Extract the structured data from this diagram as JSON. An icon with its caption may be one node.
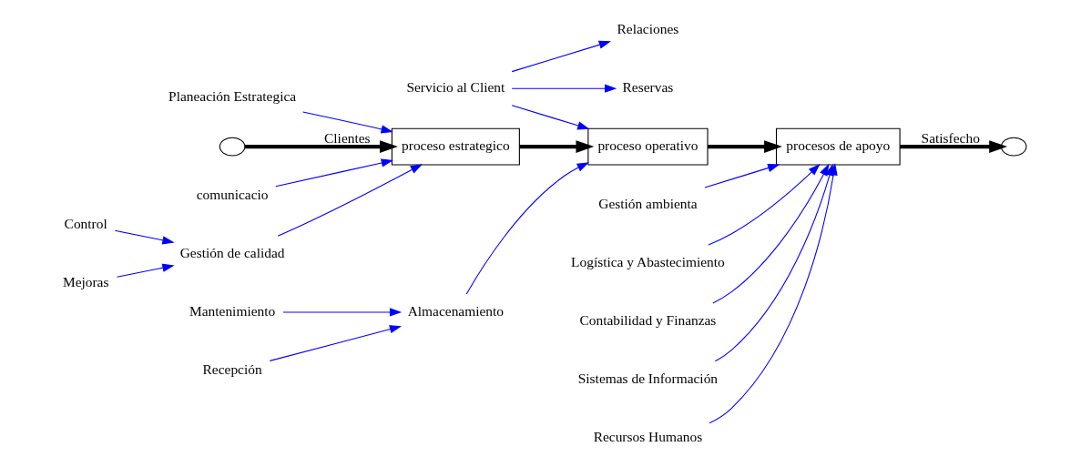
{
  "diagram": {
    "nodes": [
      {
        "text": [
          "Relaciones"
        ]
      },
      {
        "text": [
          "Reservas"
        ]
      },
      {
        "text": [
          "Planeación Estrategica"
        ]
      },
      {
        "text": [
          "Servicio al Client"
        ]
      },
      {
        "text": [
          "Gestión ambienta"
        ]
      },
      {
        "text": [
          "Logística y Abastecimiento"
        ]
      },
      {
        "text": [],
        "shape": "cloud"
      },
      {
        "text": [
          "proceso estrategico"
        ]
      },
      {
        "text": [
          "proceso operativo"
        ]
      },
      {
        "text": [
          "procesos de apoyo"
        ]
      },
      {
        "text": [],
        "shape": "cloud"
      },
      {
        "text": [
          "comunicacio"
        ]
      },
      {
        "text": [
          "Gestión de calidad"
        ]
      },
      {
        "text": [
          "Almacenamiento"
        ]
      },
      {
        "text": [
          "Contabilidad y Finanzas"
        ]
      },
      {
        "text": [
          "Sistemas de Información"
        ]
      },
      {
        "text": [
          "Recursos Humanos"
        ]
      },
      {
        "text": [
          "Control"
        ]
      },
      {
        "text": [
          "Mejoras"
        ]
      },
      {
        "text": [
          "Mantenimiento"
        ]
      },
      {
        "text": [
          "Recepción"
        ]
      }
    ],
    "edges": [
      {
        "from": 6,
        "to": 7,
        "arrow": "to",
        "label": "Clientes",
        "style": "thick",
        "color": "#000000"
      },
      {
        "from": 7,
        "to": 8,
        "arrow": "to",
        "style": "thick",
        "color": "#000000"
      },
      {
        "from": 8,
        "to": 9,
        "arrow": "to",
        "style": "thick",
        "color": "#000000"
      },
      {
        "from": 9,
        "to": 10,
        "arrow": "to",
        "label": "Satisfecho",
        "style": "thick",
        "color": "#000000"
      },
      {
        "from": 2,
        "to": 7,
        "arrow": "to"
      },
      {
        "from": 11,
        "to": 7,
        "arrow": "to"
      },
      {
        "from": 12,
        "to": 7,
        "arrow": "to"
      },
      {
        "from": 17,
        "to": 12,
        "arrow": "to"
      },
      {
        "from": 18,
        "to": 12,
        "arrow": "to"
      },
      {
        "from": 3,
        "to": 1,
        "arrow": "to"
      },
      {
        "from": 3,
        "to": 0,
        "arrow": "to"
      },
      {
        "from": 3,
        "to": 8,
        "arrow": "to"
      },
      {
        "from": 13,
        "to": 8,
        "arrow": "to"
      },
      {
        "from": 19,
        "to": 13,
        "arrow": "to"
      },
      {
        "from": 20,
        "to": 13,
        "arrow": "to"
      },
      {
        "from": 4,
        "to": 9,
        "arrow": "to"
      },
      {
        "from": 5,
        "to": 9,
        "arrow": "to"
      },
      {
        "from": 14,
        "to": 9,
        "arrow": "to"
      },
      {
        "from": 16,
        "to": 9,
        "arrow": "to"
      },
      {
        "from": 15,
        "to": 9,
        "arrow": "to"
      }
    ]
  }
}
